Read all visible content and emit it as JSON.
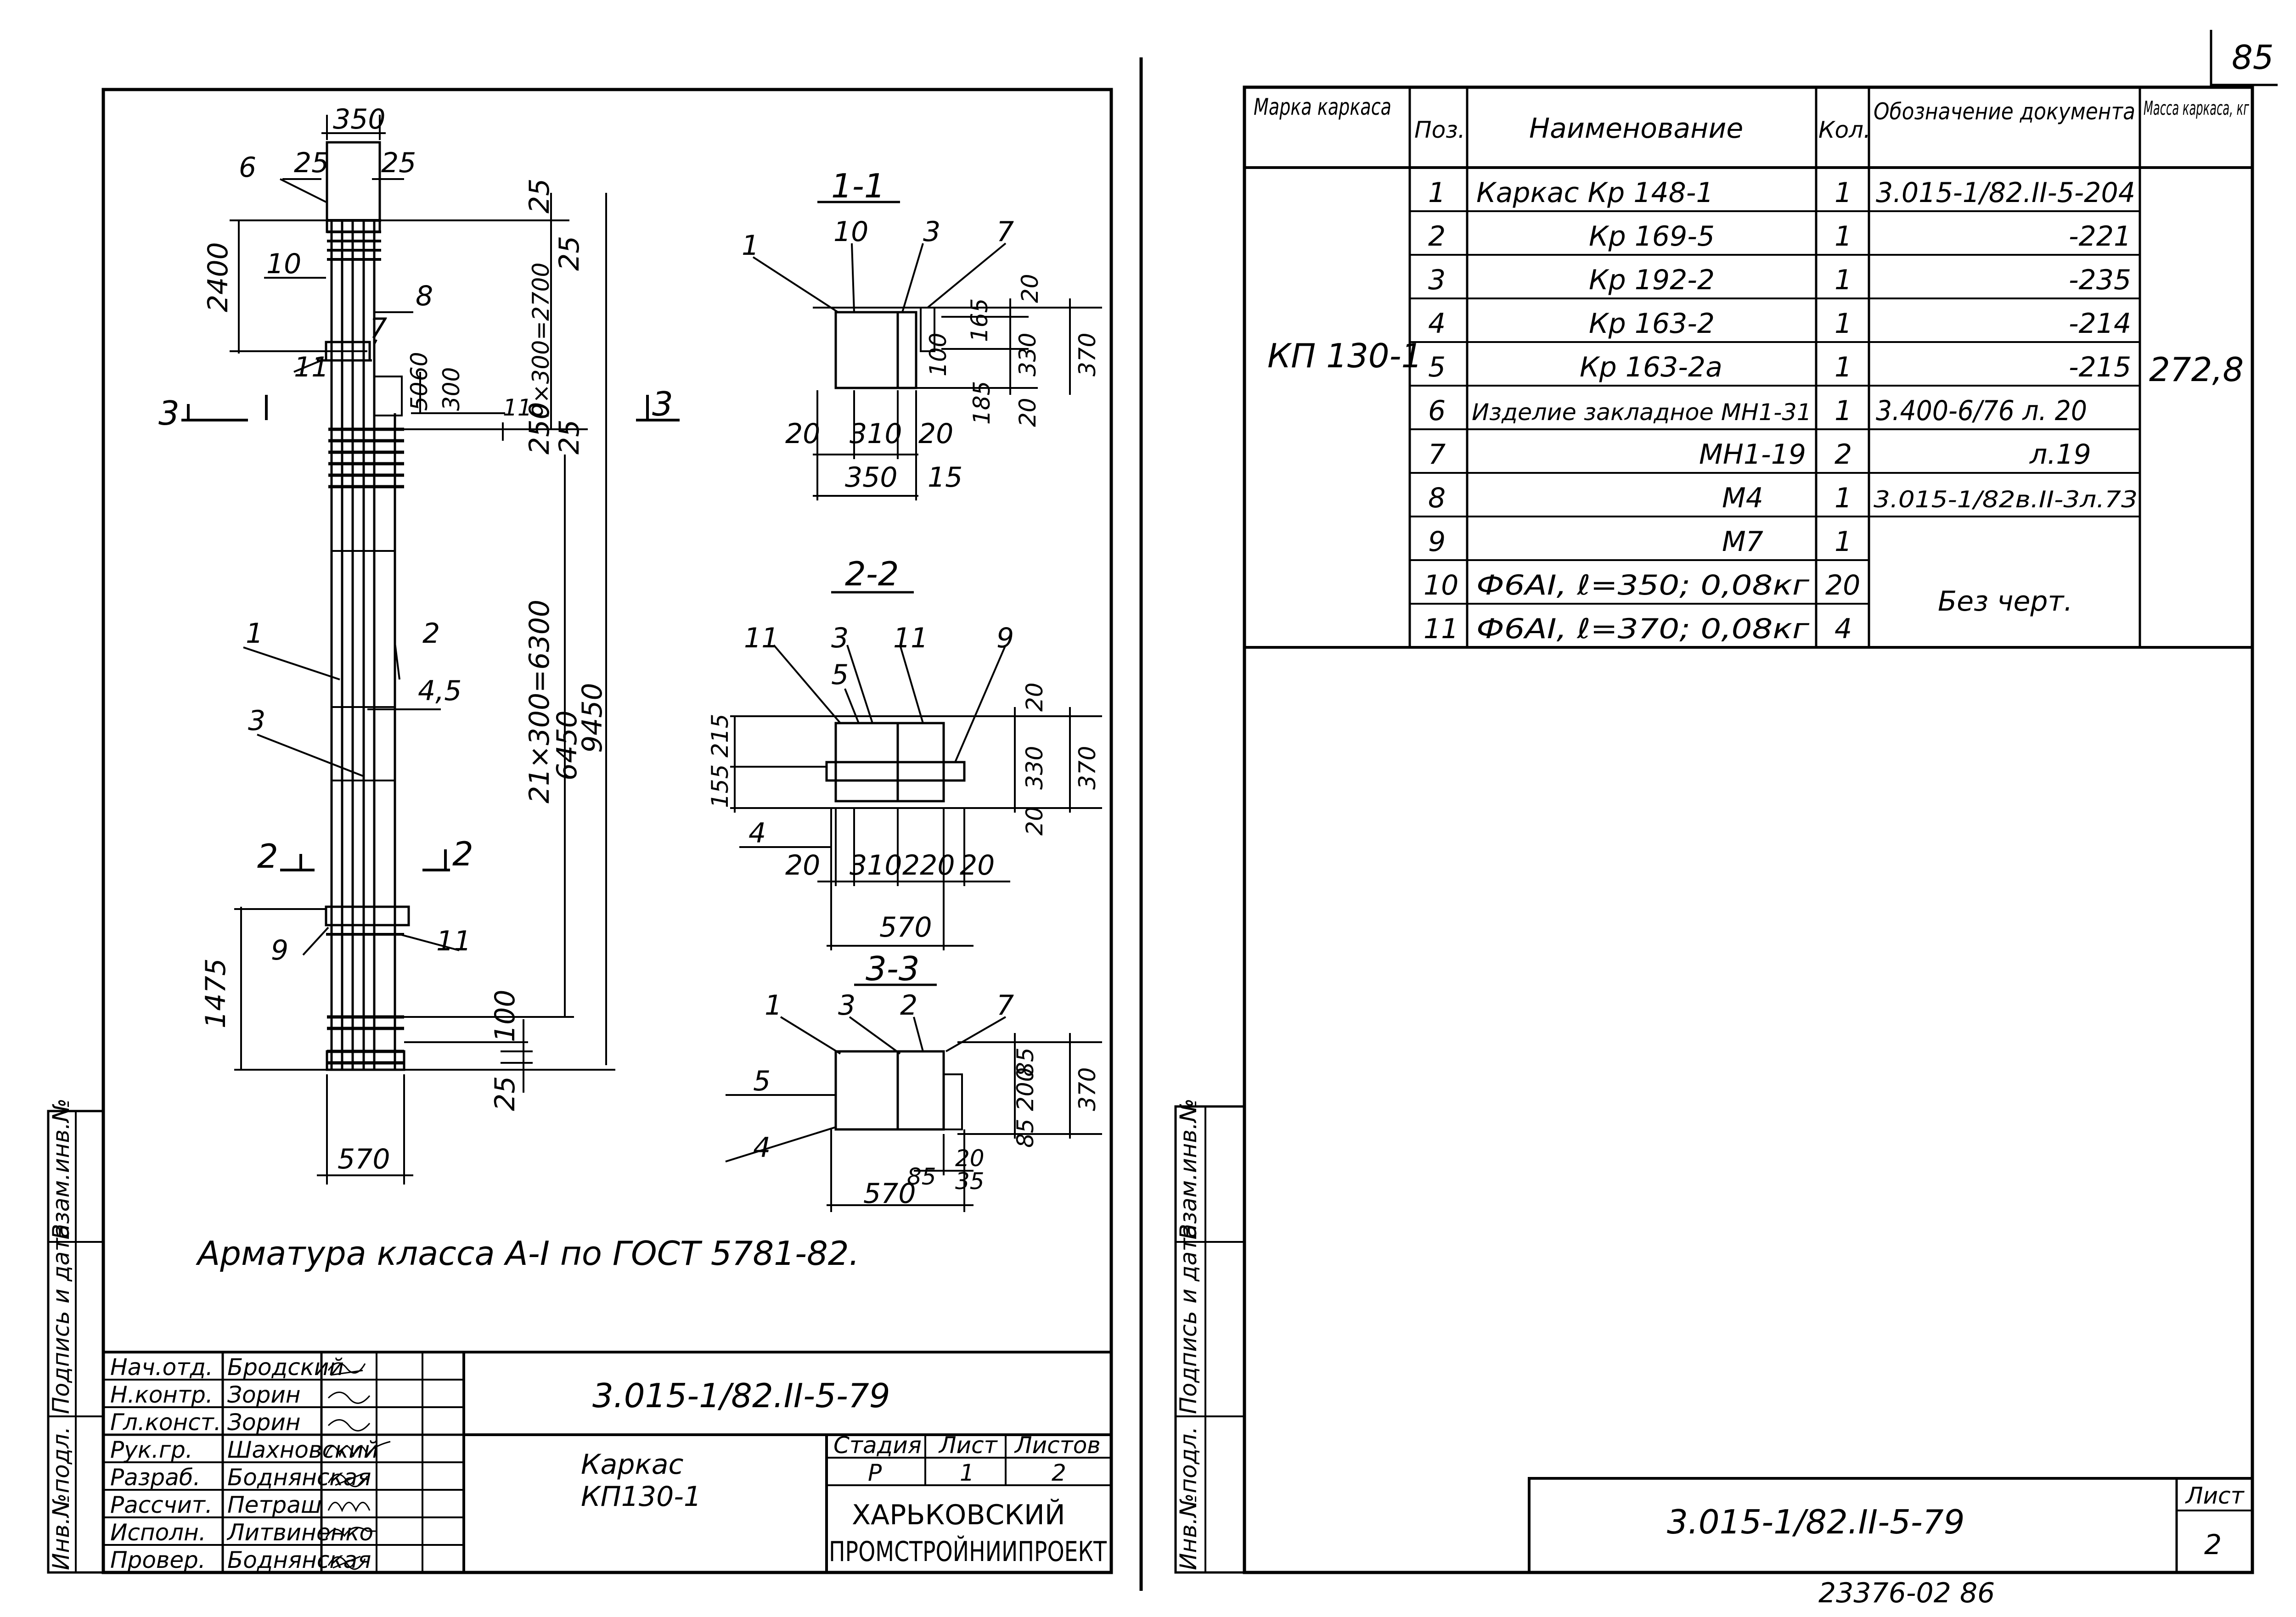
{
  "page_number": "85",
  "sheet_left": {
    "callouts": [
      "6",
      "10",
      "8",
      "7",
      "11",
      "1",
      "2",
      "3",
      "9",
      "11"
    ],
    "dims": [
      "350",
      "25",
      "25",
      "2400",
      "25",
      "9×300=2700",
      "25",
      "250",
      "50",
      "60",
      "300",
      "11",
      "25",
      "21×300=6300",
      "6450",
      "9450",
      "4,5",
      "1475",
      "100",
      "25",
      "570"
    ],
    "section_marks": [
      "3",
      "3",
      "2",
      "2"
    ],
    "note": "Арматура класса А-I по ГОСТ 5781-82.",
    "section_1_1": {
      "title": "1-1",
      "callouts": [
        "1",
        "10",
        "3",
        "7"
      ],
      "dims": [
        "20",
        "165",
        "330",
        "370",
        "100",
        "185",
        "20",
        "20",
        "310",
        "20",
        "350",
        "15"
      ]
    },
    "section_2_2": {
      "title": "2-2",
      "callouts": [
        "11",
        "3",
        "11",
        "9",
        "5",
        "4"
      ],
      "dims": [
        "155",
        "215",
        "20",
        "330",
        "370",
        "20",
        "20",
        "310",
        "220",
        "20",
        "570"
      ]
    },
    "section_3_3": {
      "title": "3-3",
      "callouts": [
        "1",
        "3",
        "2",
        "7",
        "5",
        "4"
      ],
      "dims": [
        "85",
        "200",
        "85",
        "370",
        "85",
        "20",
        "35",
        "570"
      ]
    },
    "side_labels": [
      "Инв.№подл.",
      "Подпись и дата",
      "Взам.инв.№"
    ],
    "title_block": {
      "roles": [
        {
          "role": "Нач.отд.",
          "name": "Бродский"
        },
        {
          "role": "Н.контр.",
          "name": "Зорин"
        },
        {
          "role": "Гл.конст.",
          "name": "Зорин"
        },
        {
          "role": "Рук.гр.",
          "name": "Шахновский"
        },
        {
          "role": "Разраб.",
          "name": "Боднянская"
        },
        {
          "role": "Рассчит.",
          "name": "Петраш"
        },
        {
          "role": "Исполн.",
          "name": "Литвиненко"
        },
        {
          "role": "Провер.",
          "name": "Боднянская"
        }
      ],
      "designation": "3.015-1/82.II-5-79",
      "object_line1": "Каркас",
      "object_line2": "КП130-1",
      "stage_header": "Стадия",
      "sheet_header": "Лист",
      "sheets_header": "Листов",
      "stage": "Р",
      "sheet": "1",
      "sheets": "2",
      "org_line1": "ХАРЬКОВСКИЙ",
      "org_line2": "ПРОМСТРОЙНИИПРОЕКТ"
    }
  },
  "sheet_right": {
    "spec_headers": [
      "Марка каркаса",
      "Поз.",
      "Наименование",
      "Кол.",
      "Обозначение документа",
      "Масса каркаса, кг"
    ],
    "mark": "КП 130-1",
    "mass": "272,8",
    "rows": [
      {
        "pos": "1",
        "name": "Каркас Кр 148-1",
        "qty": "1",
        "doc": "3.015-1/82.II-5-204"
      },
      {
        "pos": "2",
        "name": "Кр 169-5",
        "qty": "1",
        "doc": "-221"
      },
      {
        "pos": "3",
        "name": "Кр 192-2",
        "qty": "1",
        "doc": "-235"
      },
      {
        "pos": "4",
        "name": "Кр 163-2",
        "qty": "1",
        "doc": "-214"
      },
      {
        "pos": "5",
        "name": "Кр 163-2а",
        "qty": "1",
        "doc": "-215"
      },
      {
        "pos": "6",
        "name": "Изделие закладное МН1-31",
        "qty": "1",
        "doc": "3.400-6/76 л. 20"
      },
      {
        "pos": "7",
        "name": "МН1-19",
        "qty": "2",
        "doc": "л.19"
      },
      {
        "pos": "8",
        "name": "М4",
        "qty": "1",
        "doc": "3.015-1/82в.II-3л.73"
      },
      {
        "pos": "9",
        "name": "М7",
        "qty": "1",
        "doc": ""
      },
      {
        "pos": "10",
        "name": "Ф6АI, ℓ=350; 0,08кг",
        "qty": "20",
        "doc": ""
      },
      {
        "pos": "11",
        "name": "Ф6АI, ℓ=370; 0,08кг",
        "qty": "4",
        "doc": ""
      }
    ],
    "no_drawing": "Без черт.",
    "side_labels": [
      "Инв.№подл.",
      "Подпись и дата",
      "Взам.инв.№"
    ],
    "stamp": {
      "designation": "3.015-1/82.II-5-79",
      "sheet_label": "Лист",
      "sheet": "2"
    },
    "archive_number": "23376-02 86"
  }
}
